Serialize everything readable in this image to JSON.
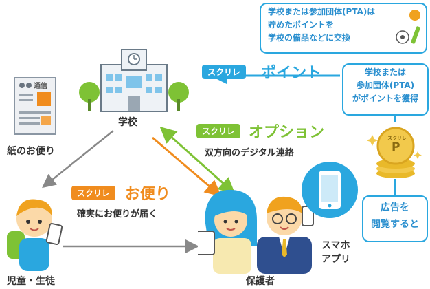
{
  "nodes": {
    "school": "学校",
    "paper_letter": "紙のお便り",
    "paper_badge": "通信",
    "students": "児童・生徒",
    "parents": "保護者",
    "smartphone_app": [
      "スマホ",
      "アプリ"
    ],
    "coin_letter": "P",
    "coin_text": "スクリレ"
  },
  "services": {
    "point": {
      "tag": "スクリレ",
      "title": "ポイント"
    },
    "option": {
      "tag": "スクリレ",
      "title": "オプション",
      "subtitle": "双方向のデジタル連絡"
    },
    "otayori": {
      "tag": "スクリレ",
      "title": "お便り",
      "subtitle": "確実にお便りが届く"
    }
  },
  "callouts": {
    "exchange": [
      "学校または参加団体(PTA)は",
      "貯めたポイントを",
      "学校の備品などに交換"
    ],
    "acquire": [
      "学校または",
      "参加団体(PTA)",
      "がポイントを獲得"
    ],
    "ad": [
      "広告を",
      "閲覧すると"
    ]
  },
  "colors": {
    "blue": "#2aa7df",
    "green": "#7ec235",
    "orange": "#f08c1e",
    "gray": "#888888",
    "gold": "#e9b92a"
  }
}
